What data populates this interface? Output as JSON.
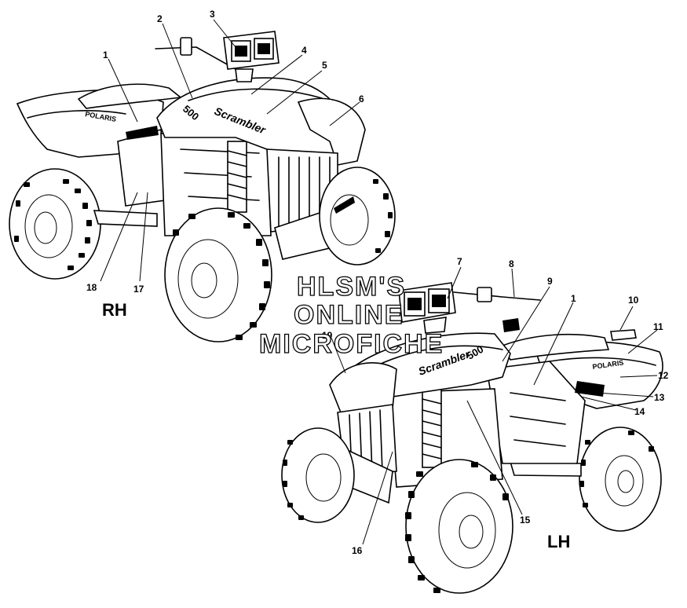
{
  "views": {
    "right": {
      "label": "RH"
    },
    "left": {
      "label": "LH"
    }
  },
  "watermark": {
    "line1": "HLSM'S",
    "line2": "ONLINE",
    "line3": "MICROFICHE"
  },
  "callouts": {
    "c1a": "1",
    "c2": "2",
    "c3": "3",
    "c4": "4",
    "c5": "5",
    "c6": "6",
    "c7": "7",
    "c8": "8",
    "c9": "9",
    "c1b": "1",
    "c10": "10",
    "c11": "11",
    "c12": "12",
    "c13": "13",
    "c14": "14",
    "c15": "15",
    "c16": "16",
    "c17": "17",
    "c18": "18",
    "c19": "19"
  },
  "decals": {
    "rh_side": "POLARIS",
    "rh_hood": "Scrambler",
    "rh_number": "500",
    "lh_side": "POLARIS",
    "lh_hood": "Scrambler",
    "lh_number": "500"
  }
}
